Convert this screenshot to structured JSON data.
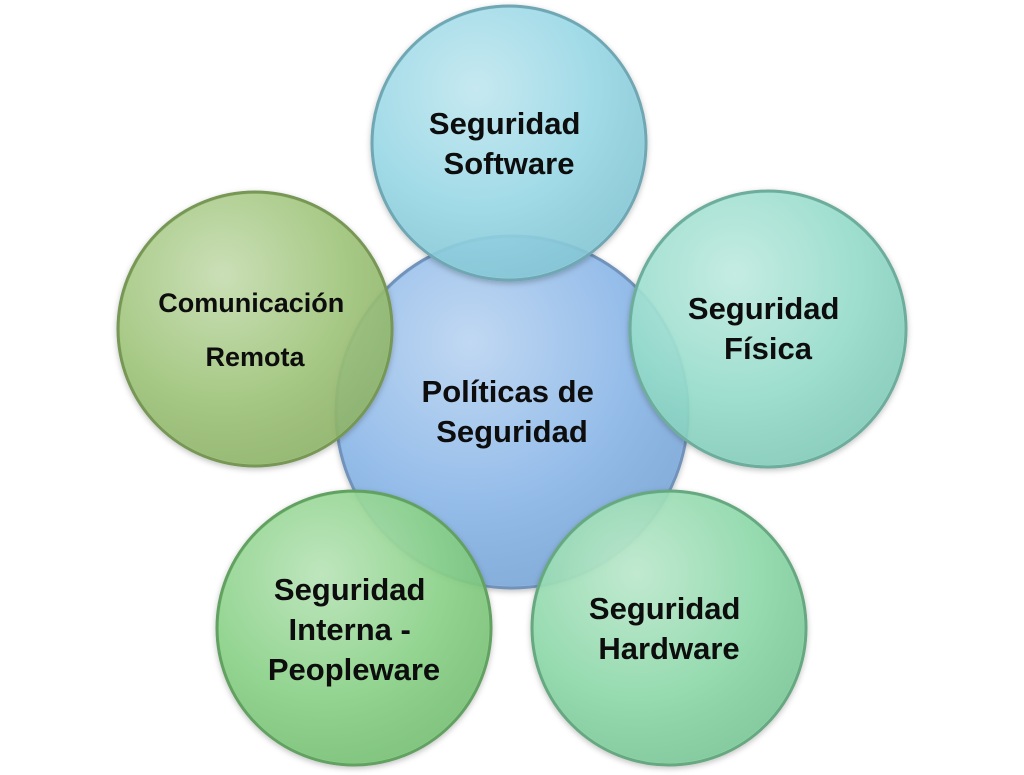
{
  "diagram": {
    "center": {
      "lines": [
        "Políticas de",
        "Seguridad"
      ],
      "color": "#8db8e8"
    },
    "satellites": [
      {
        "id": "software",
        "lines": [
          "Seguridad",
          "Software"
        ],
        "color": "#8fd6e6"
      },
      {
        "id": "fisica",
        "lines": [
          "Seguridad",
          "Física"
        ],
        "color": "#8ddcc8"
      },
      {
        "id": "hardware",
        "lines": [
          "Seguridad",
          "Hardware"
        ],
        "color": "#84d7a4"
      },
      {
        "id": "interna",
        "lines": [
          "Seguridad",
          "Interna -",
          "Peopleware"
        ],
        "color": "#7fcf7d"
      },
      {
        "id": "remota",
        "lines": [
          "Comunicación",
          "Remota"
        ],
        "color": "#98c26f"
      }
    ]
  }
}
